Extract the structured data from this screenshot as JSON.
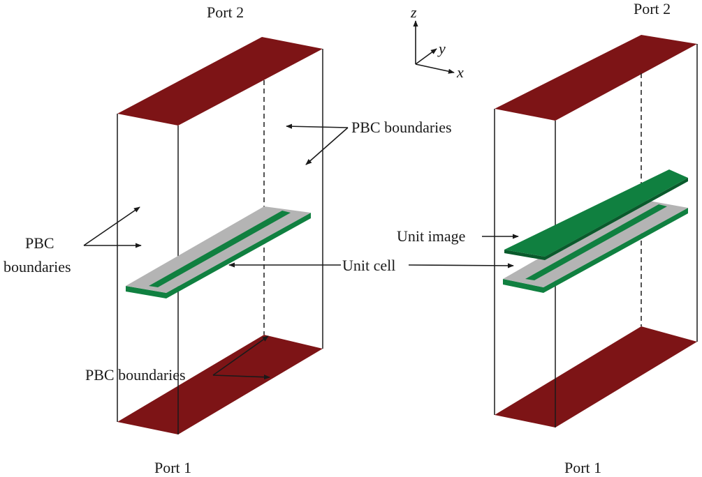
{
  "colors": {
    "port": "#7d1416",
    "substrate": "#b4b4b4",
    "strip": "#108040",
    "line": "#1a1a1a"
  },
  "axes": {
    "z": "z",
    "y": "y",
    "x": "x"
  },
  "left": {
    "port_top": "Port 2",
    "port_bottom": "Port 1",
    "pbc_right": "PBC boundaries",
    "pbc_left_line1": "PBC",
    "pbc_left_line2": "boundaries",
    "pbc_bottom": "PBC boundaries"
  },
  "center": {
    "unit_cell": "Unit cell"
  },
  "right": {
    "port_top": "Port 2",
    "port_bottom": "Port 1",
    "unit_image": "Unit image"
  }
}
